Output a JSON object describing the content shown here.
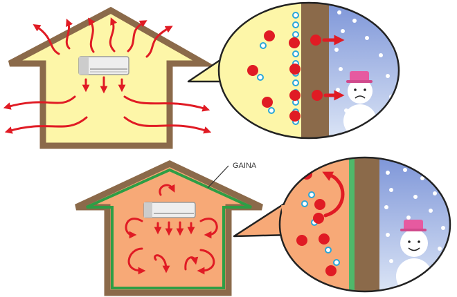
{
  "labels": {
    "gaina": "GAINA"
  },
  "colors": {
    "house_wall": "#8b6a4a",
    "house_interior_top": "#fdf6a8",
    "house_interior_bottom": "#f7a977",
    "gaina_coat": "#2e9e45",
    "heat_arrow": "#e01b24",
    "cold_sky": "#a9bee6",
    "snowman_hat": "#e65aa0"
  },
  "scenes": [
    {
      "id": "without-gaina",
      "heat": "escaping",
      "snowman": "frowning"
    },
    {
      "id": "with-gaina",
      "heat": "circulating",
      "snowman": "smiling"
    }
  ]
}
